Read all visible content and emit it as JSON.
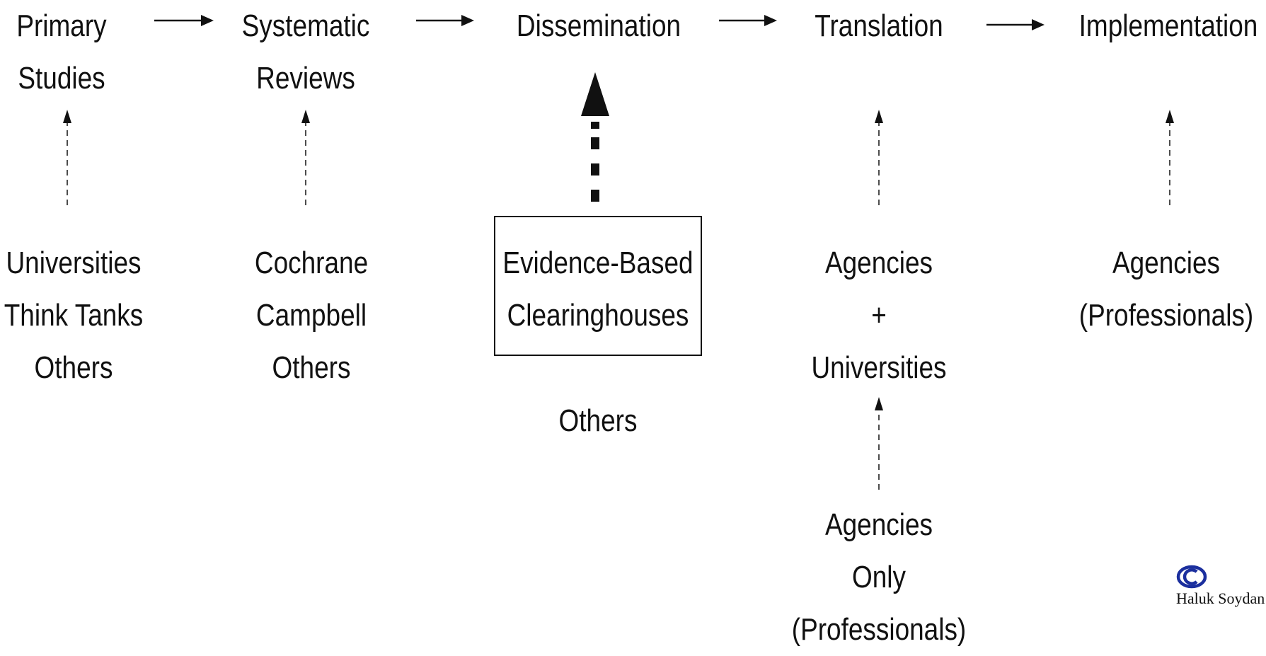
{
  "stages": [
    {
      "line1": "Primary",
      "line2": "Studies"
    },
    {
      "line1": "Systematic",
      "line2": "Reviews"
    },
    {
      "line1": "Dissemination"
    },
    {
      "line1": "Translation"
    },
    {
      "line1": "Implementation"
    }
  ],
  "actors": [
    {
      "lines": [
        "Universities",
        "Think Tanks",
        "Others"
      ]
    },
    {
      "lines": [
        "Cochrane",
        "Campbell",
        "Others"
      ]
    },
    {
      "boxed": [
        "Evidence-Based",
        "Clearinghouses"
      ],
      "extra": "Others"
    },
    {
      "lines": [
        "Agencies",
        "+",
        "Universities"
      ]
    },
    {
      "lines": [
        "Agencies",
        "(Professionals)"
      ]
    }
  ],
  "sub_actor": {
    "lines": [
      "Agencies",
      "Only",
      "(Professionals)"
    ]
  },
  "copyright": {
    "symbol": "copyright-symbol",
    "text": "Haluk Soydan",
    "color": "#1b2f9e"
  }
}
